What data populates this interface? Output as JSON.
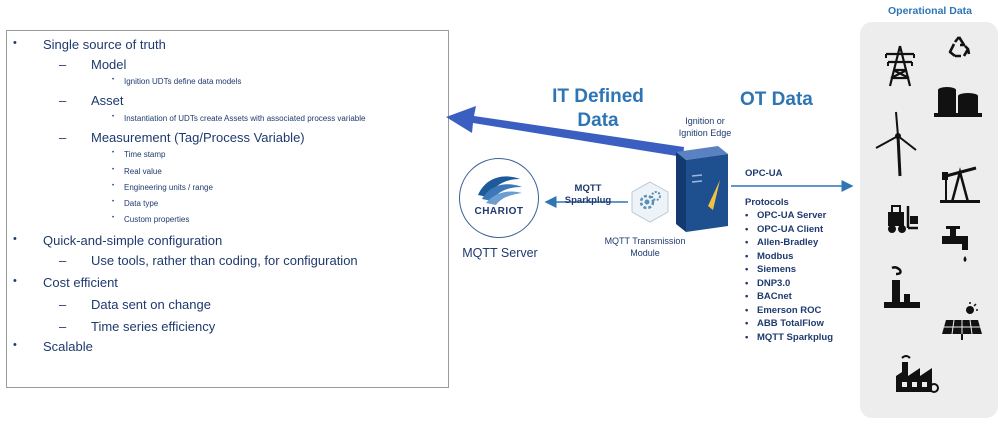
{
  "left_panel": {
    "items": [
      {
        "level": 1,
        "marker": "•",
        "text": "Single source of truth"
      },
      {
        "level": 2,
        "marker": "–",
        "text": "Model"
      },
      {
        "level": 3,
        "marker": "•",
        "text": "Ignition UDTs define data models"
      },
      {
        "level": 2,
        "marker": "–",
        "text": "Asset"
      },
      {
        "level": 3,
        "marker": "•",
        "text": "Instantiation of UDTs create Assets with associated process variable"
      },
      {
        "level": 2,
        "marker": "–",
        "text": "Measurement (Tag/Process Variable)"
      },
      {
        "level": 3,
        "marker": "•",
        "text": "Time stamp"
      },
      {
        "level": 3,
        "marker": "•",
        "text": "Real value"
      },
      {
        "level": 3,
        "marker": "•",
        "text": "Engineering units / range"
      },
      {
        "level": 3,
        "marker": "•",
        "text": "Data type"
      },
      {
        "level": 3,
        "marker": "•",
        "text": "Custom properties"
      },
      {
        "level": 1,
        "marker": "•",
        "text": "Quick-and-simple configuration"
      },
      {
        "level": 2,
        "marker": "–",
        "text": "Use tools, rather than coding, for configuration"
      },
      {
        "level": 1,
        "marker": "•",
        "text": "Cost efficient"
      },
      {
        "level": 2,
        "marker": "–",
        "text": "Data sent on change"
      },
      {
        "level": 2,
        "marker": "–",
        "text": "Time series efficiency"
      },
      {
        "level": 1,
        "marker": "•",
        "text": "Scalable"
      }
    ]
  },
  "diagram": {
    "it_defined_data_line1": "IT Defined",
    "it_defined_data_line2": "Data",
    "ot_data": "OT Data",
    "ignition_line1": "Ignition or",
    "ignition_line2": "Ignition Edge",
    "opc_ua": "OPC-UA",
    "mqtt_line1": "MQTT",
    "mqtt_line2": "Sparkplug",
    "chariot_logo": "CHARIOT",
    "mqtt_server": "MQTT Server",
    "transmission_line1": "MQTT Transmission",
    "transmission_line2": "Module",
    "protocols_title": "Protocols",
    "protocols": [
      "OPC-UA Server",
      "OPC-UA Client",
      "Allen-Bradley",
      "Modbus",
      "Siemens",
      "DNP3.0",
      "BACnet",
      "Emerson ROC",
      "ABB TotalFlow",
      "MQTT Sparkplug"
    ],
    "operational_data": "Operational Data"
  },
  "colors": {
    "text_navy": "#1f3a6e",
    "accent_blue": "#2e75b6",
    "arrow_blue": "#3b5fc0",
    "server_blue": "#1e4f8f",
    "panel_gray": "#ededed"
  },
  "icons": [
    "power-tower-icon",
    "recycle-icon",
    "storage-tanks-icon",
    "wind-turbine-icon",
    "oil-pump-icon",
    "forklift-icon",
    "water-tap-icon",
    "factory-stack-icon",
    "solar-panel-icon",
    "factory-icon"
  ]
}
